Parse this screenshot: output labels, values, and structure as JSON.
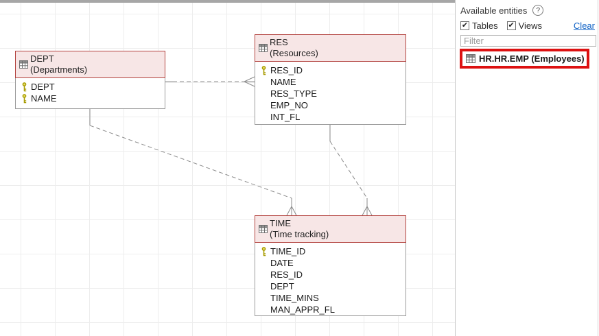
{
  "panel": {
    "title": "Available entities",
    "help_label": "?",
    "filters": {
      "tables_label": "Tables",
      "tables_checked": true,
      "views_label": "Views",
      "views_checked": true,
      "clear_label": "Clear"
    },
    "filter_input": {
      "placeholder": "Filter",
      "value": ""
    },
    "entity_list": [
      {
        "label": "HR.HR.EMP (Employees)",
        "highlighted": true
      }
    ]
  },
  "diagram": {
    "entities": [
      {
        "name": "DEPT",
        "alias": "(Departments)",
        "columns": [
          {
            "name": "DEPT",
            "key": true
          },
          {
            "name": "NAME",
            "key": true
          }
        ]
      },
      {
        "name": "RES",
        "alias": "(Resources)",
        "columns": [
          {
            "name": "RES_ID",
            "key": true
          },
          {
            "name": "NAME",
            "key": false
          },
          {
            "name": "RES_TYPE",
            "key": false
          },
          {
            "name": "EMP_NO",
            "key": false
          },
          {
            "name": "INT_FL",
            "key": false
          }
        ]
      },
      {
        "name": "TIME",
        "alias": "(Time tracking)",
        "columns": [
          {
            "name": "TIME_ID",
            "key": true
          },
          {
            "name": "DATE",
            "key": false
          },
          {
            "name": "RES_ID",
            "key": false
          },
          {
            "name": "DEPT",
            "key": false
          },
          {
            "name": "TIME_MINS",
            "key": false
          },
          {
            "name": "MAN_APPR_FL",
            "key": false
          }
        ]
      }
    ],
    "relationships": [
      {
        "from": "DEPT",
        "to": "RES",
        "many_side": "RES",
        "style": "dashed"
      },
      {
        "from": "DEPT",
        "to": "TIME",
        "many_side": "TIME",
        "style": "dashed"
      },
      {
        "from": "RES",
        "to": "TIME",
        "many_side": "TIME",
        "style": "dashed"
      }
    ]
  },
  "icons": {
    "entity_header": "table-grid-icon",
    "primary_key": "key-icon",
    "list_entity": "table-grid-icon",
    "help": "question-circle-icon",
    "checkmark": "✔"
  },
  "colors": {
    "entity_header_bg": "#f7e6e6",
    "entity_header_border": "#b2403c",
    "entity_body_border": "#9a9a9a",
    "relationship_line": "#8a8a8a",
    "primary_key": "#a79b00",
    "annotation_highlight": "#dd1111",
    "link": "#0f62c5",
    "grid_line": "#ededed",
    "top_bar": "#a6a6a6"
  }
}
